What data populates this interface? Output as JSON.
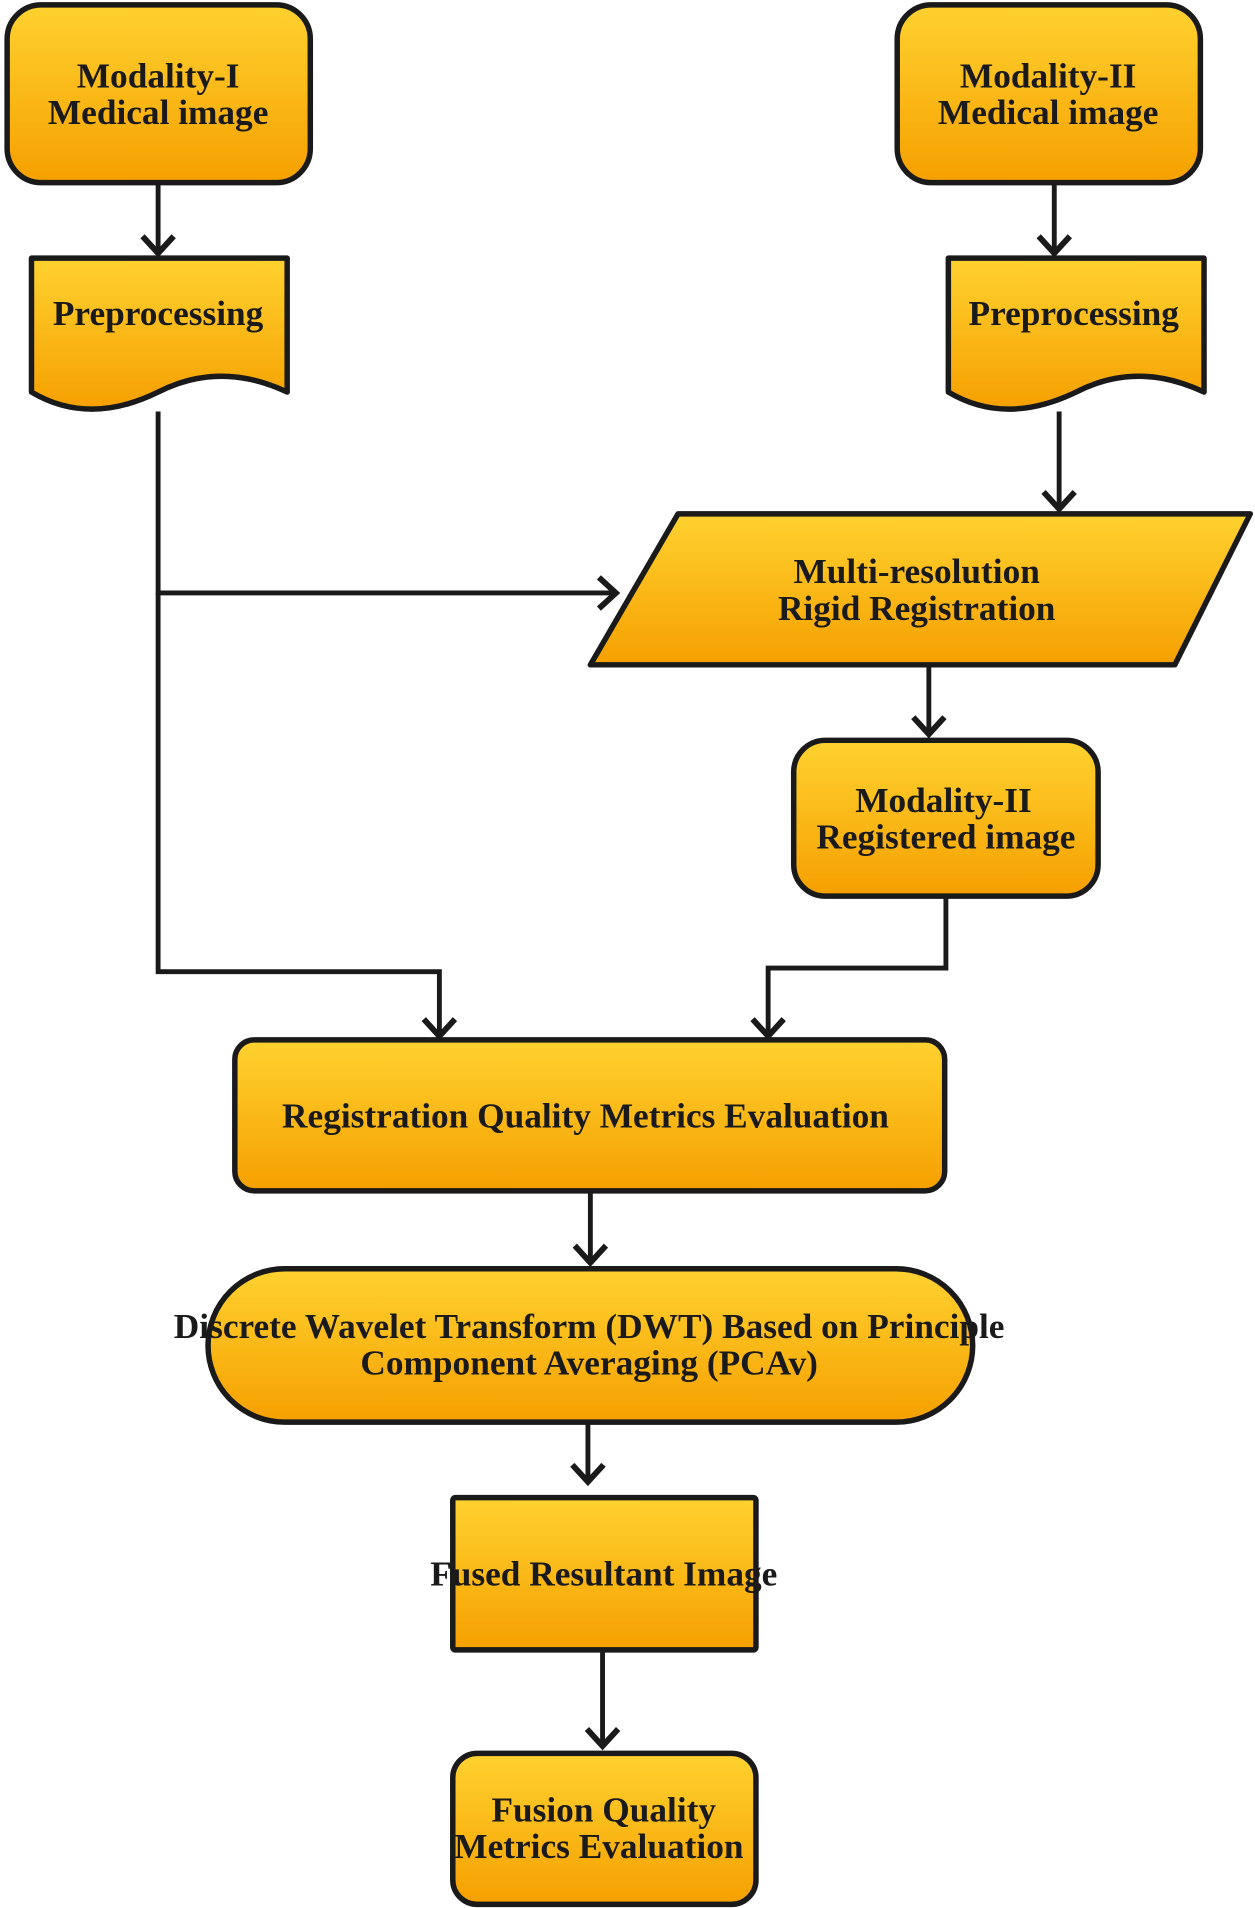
{
  "nodes": {
    "modality1_input": {
      "line1": "Modality-I",
      "line2": "Medical image"
    },
    "modality2_input": {
      "line1": "Modality-II",
      "line2": "Medical image"
    },
    "preprocessing1": {
      "label": "Preprocessing"
    },
    "preprocessing2": {
      "label": "Preprocessing"
    },
    "registration": {
      "line1": "Multi-resolution",
      "line2": "Rigid Registration"
    },
    "registered_image": {
      "line1": "Modality-II",
      "line2": "Registered  image"
    },
    "registration_quality": {
      "label": "Registration Quality Metrics Evaluation"
    },
    "dwt_pcav": {
      "line1": "Discrete Wavelet Transform (DWT) Based on Principle",
      "line2": "Component Averaging (PCAv)"
    },
    "fused_image": {
      "label": "Fused Resultant Image"
    },
    "fusion_quality": {
      "line1": "Fusion Quality",
      "line2": "Metrics Evaluation"
    }
  },
  "colors": {
    "fill_top": "#FFD230",
    "fill_bottom": "#F5A000",
    "stroke": "#1a1a1a"
  }
}
